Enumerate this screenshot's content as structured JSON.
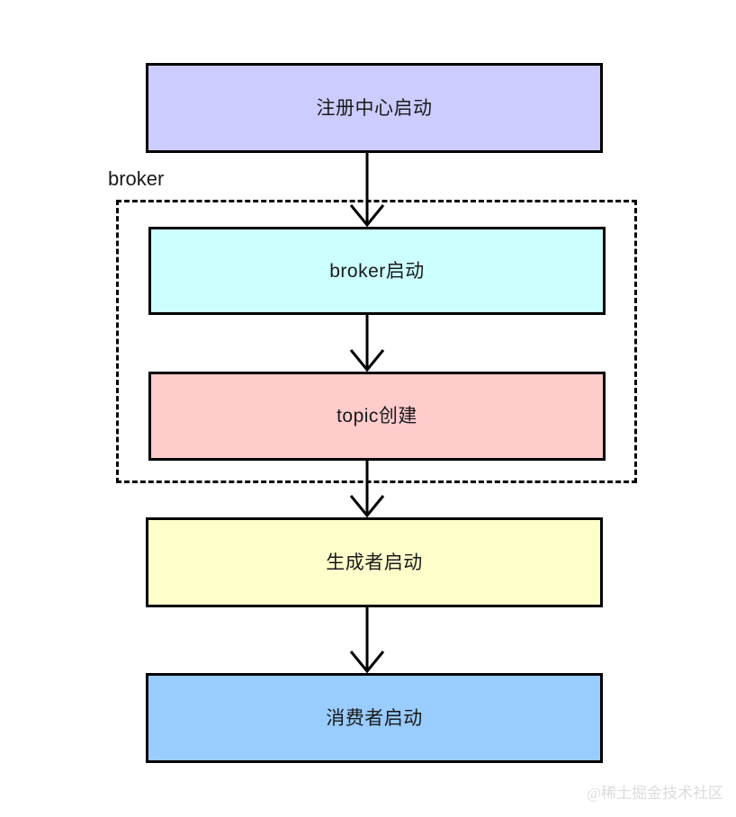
{
  "diagram": {
    "type": "flowchart",
    "direction": "top-to-bottom",
    "background_color": "#ffffff",
    "border_color": "#000000",
    "nodes": [
      {
        "id": "registry",
        "label": "注册中心启动",
        "fill": "#ccccff",
        "shape": "rectangle"
      },
      {
        "id": "broker-start",
        "label": "broker启动",
        "fill": "#ccffff",
        "shape": "rectangle"
      },
      {
        "id": "topic-create",
        "label": "topic创建",
        "fill": "#ffcccc",
        "shape": "rectangle"
      },
      {
        "id": "producer",
        "label": "生成者启动",
        "fill": "#ffffcc",
        "shape": "rectangle"
      },
      {
        "id": "consumer",
        "label": "消费者启动",
        "fill": "#99ccff",
        "shape": "rectangle"
      }
    ],
    "subgraphs": [
      {
        "id": "broker",
        "label": "broker",
        "style": "dashed",
        "contains": [
          "broker-start",
          "topic-create"
        ]
      }
    ],
    "edges": [
      {
        "from": "registry",
        "to": "broker-start",
        "style": "solid",
        "arrow": "open"
      },
      {
        "from": "broker-start",
        "to": "topic-create",
        "style": "solid",
        "arrow": "open"
      },
      {
        "from": "topic-create",
        "to": "producer",
        "style": "solid",
        "arrow": "open"
      },
      {
        "from": "producer",
        "to": "consumer",
        "style": "solid",
        "arrow": "open"
      }
    ]
  },
  "watermark": {
    "text": "@稀土掘金技术社区",
    "color": "#dcdcdc"
  }
}
